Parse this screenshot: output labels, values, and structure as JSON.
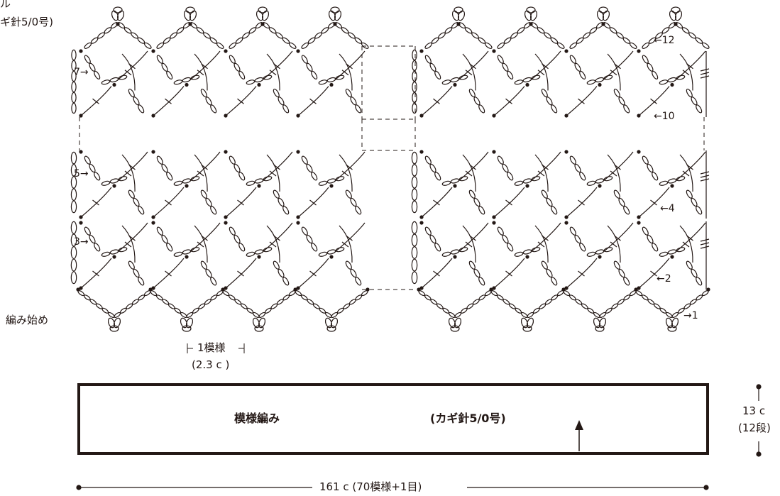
{
  "header": {
    "title_fragment": "ル",
    "hook_fragment": "ギ針5/0号)"
  },
  "chart": {
    "start_label": "編み始め",
    "row_labels": [
      "→1",
      "←2",
      "3→",
      "←4",
      "5→",
      "7→",
      "←10",
      "←12"
    ],
    "repeat_label": "1模様",
    "repeat_size": "(2.3 c )"
  },
  "panel": {
    "pattern_label": "模様編み",
    "hook_label": "(カギ針5/0号)",
    "height_value": "13 c",
    "height_rows": "(12段)",
    "width_label": "161 c (70模様+1目)"
  },
  "colors": {
    "ink": "#231815",
    "background": "#ffffff"
  }
}
